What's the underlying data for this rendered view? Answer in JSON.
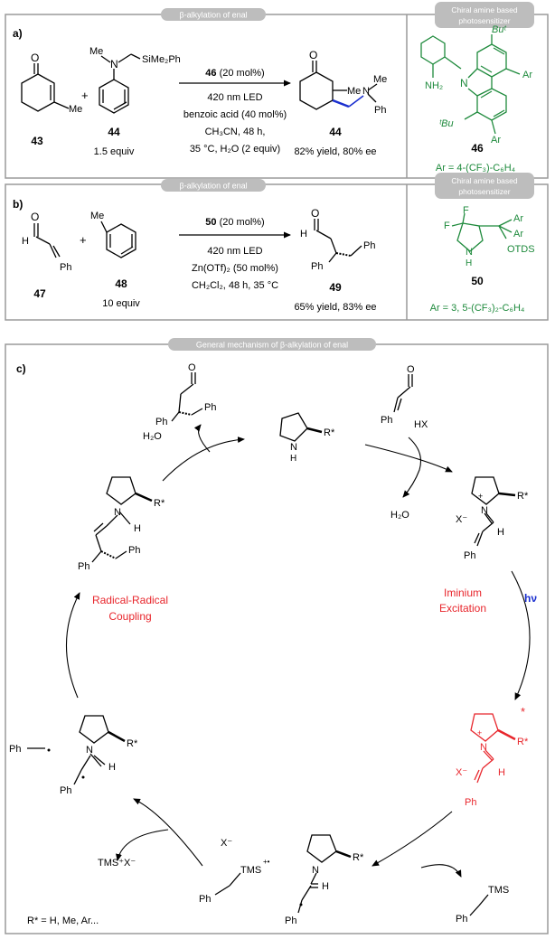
{
  "colors": {
    "accent_green": "#1e8a3c",
    "accent_red": "#e8262c",
    "accent_blue": "#1a2fcf",
    "pill_bg": "#bdbdbd",
    "frame": "#9a9a9a"
  },
  "panel_a": {
    "header": "β-alkylation of enal",
    "label": "a)",
    "plus": "+",
    "reagent_me": "Me",
    "reagent_n": "N",
    "reagent_si": "SiMe₂Ph",
    "ketone_o": "O",
    "ketone_me": "Me",
    "cmpd1": "43",
    "cmpd2": "44",
    "equiv": "1.5 equiv",
    "cond_catalyst_id": "46",
    "cond_catalyst_amt": " (20 mol%)",
    "cond_light": "420 nm LED",
    "cond_acid": "benzoic acid (40 mol%)",
    "cond_solvent": "CH₃CN, 48 h,",
    "cond_temp": "35 °C, H₂O (2 equiv)",
    "product_o": "O",
    "product_me": "Me",
    "product_n_me": "Me",
    "product_n": "N",
    "product_ph": "Ph",
    "product_id": "44",
    "product_yield": "82% yield, 80% ee"
  },
  "sens_a": {
    "header_line1": "Chiral amine based",
    "header_line2": "photosensitizer",
    "but_top": "Buᵗ",
    "but_bottom": "ᵗBu",
    "ar_top": "Ar",
    "ar_bottom": "Ar",
    "n_label": "N",
    "nh2_label": "NH₂",
    "id": "46",
    "ar_def": "Ar = 4-(CF₃)-C₆H₄"
  },
  "panel_b": {
    "header": "β-alkylation of enal",
    "label": "b)",
    "plus": "+",
    "enal_o": "O",
    "enal_h": "H",
    "enal_ph": "Ph",
    "toluene_me": "Me",
    "cmpd1": "47",
    "cmpd2": "48",
    "equiv": "10 equiv",
    "cond_catalyst_id": "50",
    "cond_catalyst_amt": " (20 mol%)",
    "cond_light": "420 nm LED",
    "cond_lewis": "Zn(OTf)₂ (50 mol%)",
    "cond_solvent": "CH₂Cl₂, 48 h, 35 °C",
    "product_o": "O",
    "product_h": "H",
    "product_ph1": "Ph",
    "product_ph2": "Ph",
    "product_id": "49",
    "product_yield": "65% yield, 83% ee"
  },
  "sens_b": {
    "header_line1": "Chiral amine based",
    "header_line2": "photosensitizer",
    "f1": "F",
    "f2": "F",
    "ar1": "Ar",
    "ar2": "Ar",
    "otds": "OTDS",
    "n_label": "N",
    "h_label": "H",
    "id": "50",
    "ar_def": "Ar = 3, 5-(CF₃)₂-C₆H₄"
  },
  "panel_c": {
    "header": "General mechanism of β-alkylation of enal",
    "label": "c)",
    "catalyst_rstar": "R*",
    "catalyst_nh": "N",
    "catalyst_h": "H",
    "product_o": "O",
    "product_ph1": "Ph",
    "product_ph2": "Ph",
    "water_in": "H₂O",
    "enal_o": "O",
    "enal_ph": "Ph",
    "hx": "HX",
    "water_out": "H₂O",
    "iminium_n": "N",
    "iminium_plus": "+",
    "iminium_rstar": "R*",
    "iminium_x": "X⁻",
    "iminium_h": "H",
    "iminium_ph": "Ph",
    "step_excitation_1": "Iminium",
    "step_excitation_2": "Excitation",
    "hv": "hν",
    "excited_star": "*",
    "excited_rstar": "R*",
    "excited_n": "N",
    "excited_plus": "+",
    "excited_x": "X⁻",
    "excited_h": "H",
    "excited_ph": "Ph",
    "benzyl_tms": "TMS",
    "benzyl_ph": "Ph",
    "enamine_radical_rstar": "R*",
    "enamine_radical_n": "N",
    "enamine_radical_h": "H",
    "enamine_radical_ph": "Ph",
    "radcat_x": "X⁻",
    "radcat_tms": "TMS",
    "radcat_charge": "+•",
    "radcat_ph": "Ph",
    "tms_x": "TMS⁺X⁻",
    "pair_rstar": "R*",
    "pair_n": "N",
    "pair_h": "H",
    "pair_ph": "Ph",
    "benzyl_radical_ph": "Ph",
    "step_coupling_1": "Radical-Radical",
    "step_coupling_2": "Coupling",
    "enamine_rstar": "R*",
    "enamine_n": "N",
    "enamine_h": "H",
    "enamine_ph1": "Ph",
    "enamine_ph2": "Ph",
    "rstar_def": "R* = H, Me, Ar..."
  }
}
